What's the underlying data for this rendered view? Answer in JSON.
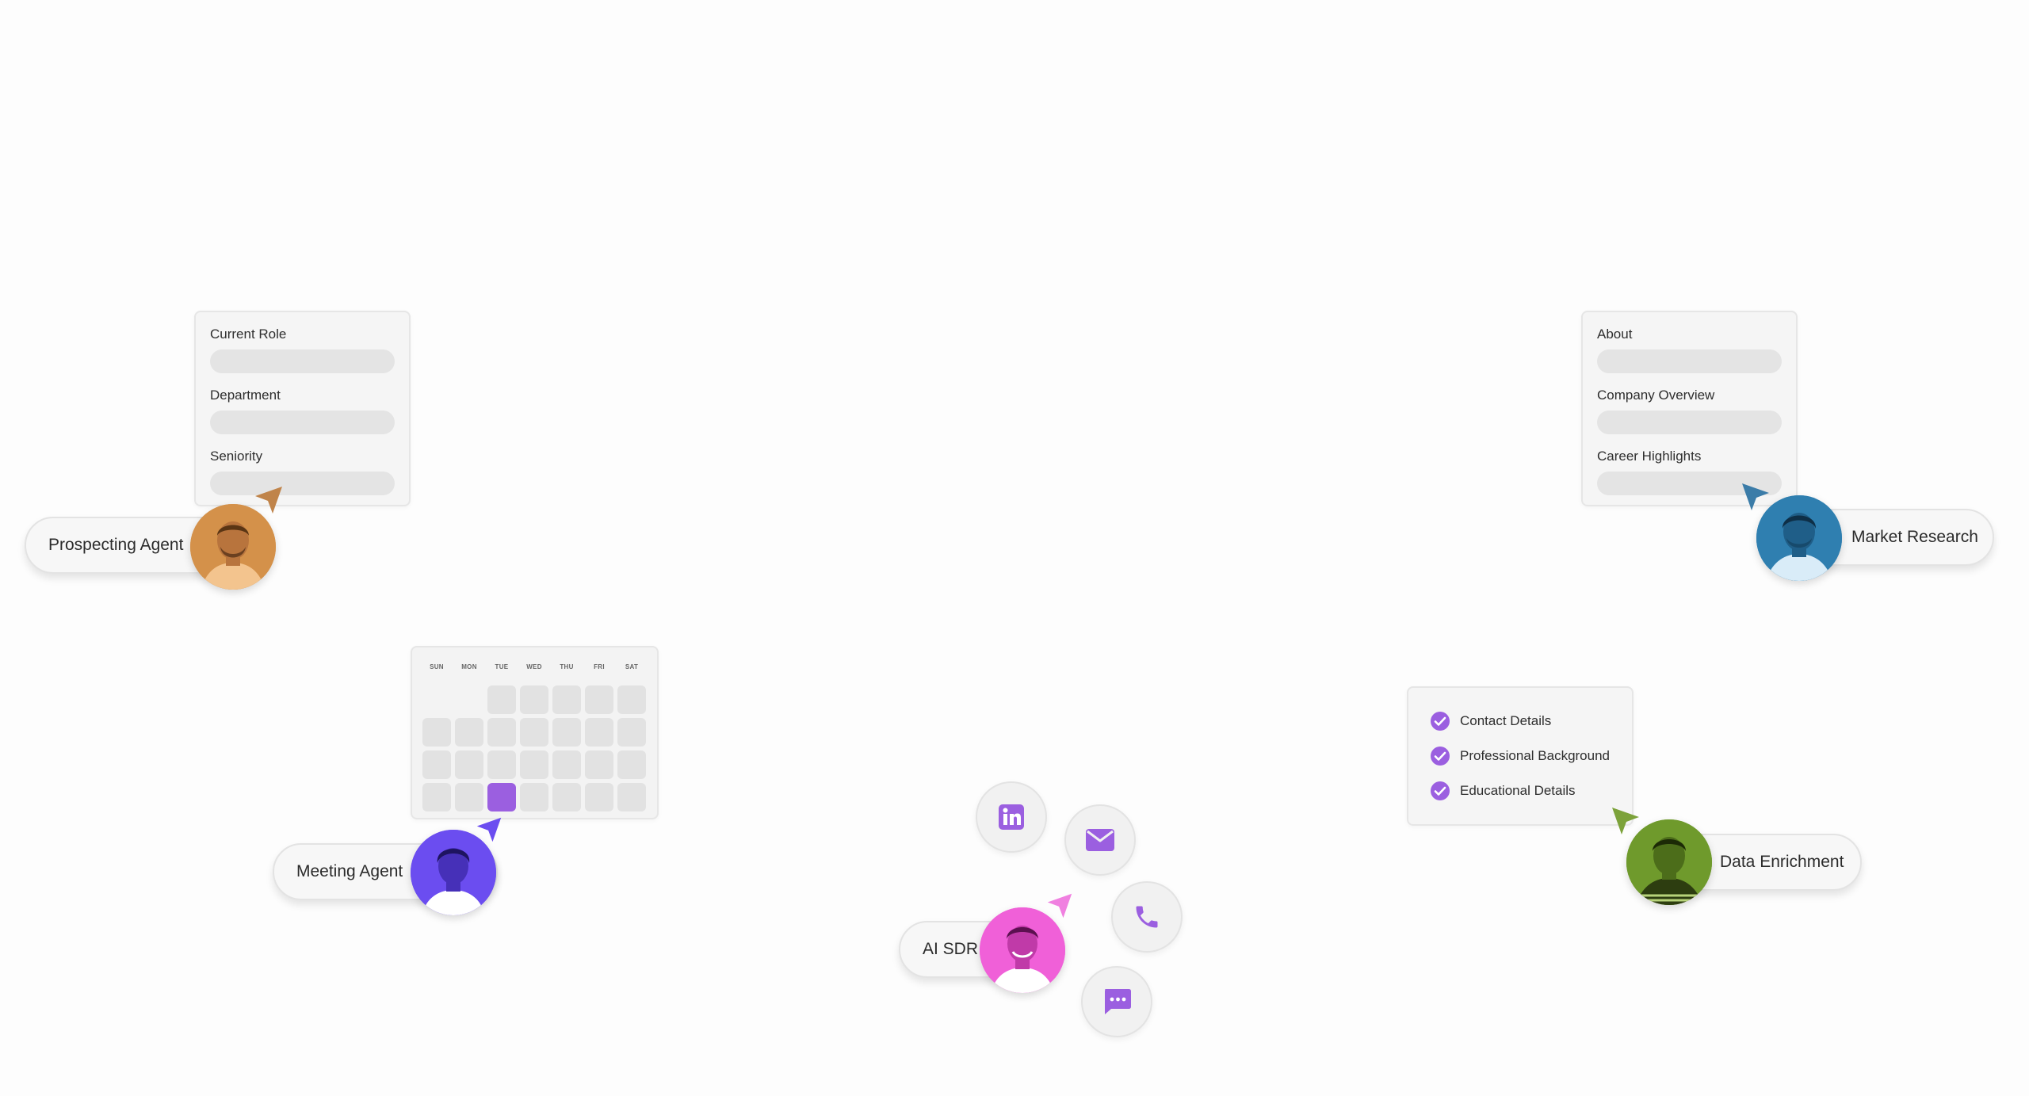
{
  "colors": {
    "accent_purple": "#9b5fe0",
    "prospecting_avatar": "#d4914a",
    "market_avatar": "#2f7fb0",
    "meeting_avatar": "#6b4df0",
    "enrichment_avatar": "#6f9a2c",
    "aisdr_avatar": "#f060d8"
  },
  "prospecting": {
    "label": "Prospecting Agent",
    "fields": [
      "Current Role",
      "Department",
      "Seniority"
    ],
    "icon": "person-avatar-icon"
  },
  "market": {
    "label": "Market Research",
    "fields": [
      "About",
      "Company Overview",
      "Career Highlights"
    ],
    "icon": "person-avatar-icon"
  },
  "meeting": {
    "label": "Meeting Agent",
    "calendar": {
      "days": [
        "SUN",
        "MON",
        "TUE",
        "WED",
        "THU",
        "FRI",
        "SAT"
      ]
    },
    "icon": "person-avatar-icon"
  },
  "enrichment": {
    "label": "Data Enrichment",
    "items": [
      "Contact Details",
      "Professional Background",
      "Educational Details"
    ],
    "icon": "check-circle-icon"
  },
  "aisdr": {
    "label": "AI SDR",
    "channels": [
      "linkedin-icon",
      "email-icon",
      "phone-icon",
      "chat-icon"
    ]
  }
}
